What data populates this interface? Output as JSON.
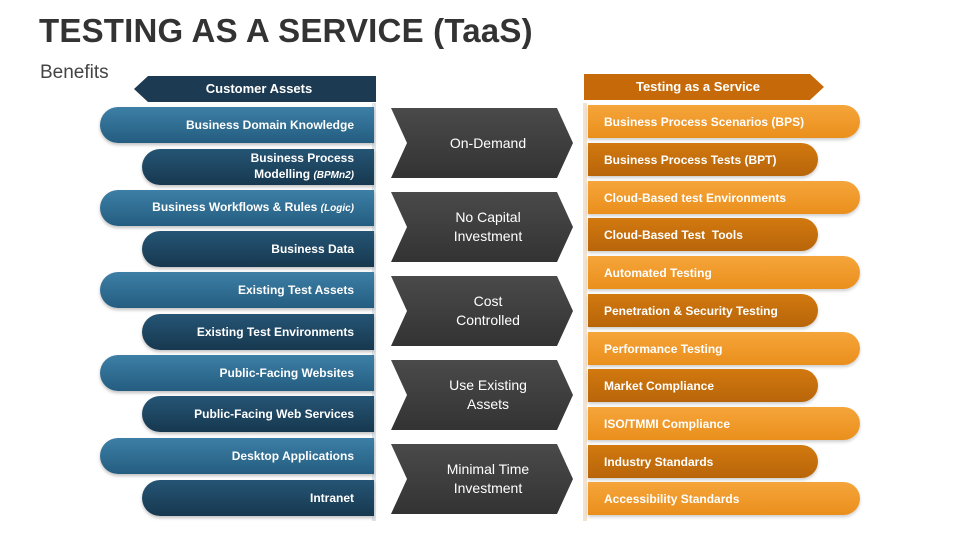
{
  "title": "TESTING AS A SERVICE (TaaS)",
  "subtitle": "Benefits",
  "headers": {
    "left": "Customer Assets",
    "right": "Testing as a Service"
  },
  "left_items": [
    {
      "label": "Business Domain Knowledge",
      "note": ""
    },
    {
      "label": "Business Process Modelling",
      "note": "(BPMn2)"
    },
    {
      "label": "Business Workflows & Rules",
      "note": "(Logic)"
    },
    {
      "label": "Business Data",
      "note": ""
    },
    {
      "label": "Existing Test Assets",
      "note": ""
    },
    {
      "label": "Existing Test Environments",
      "note": ""
    },
    {
      "label": "Public-Facing Websites",
      "note": ""
    },
    {
      "label": "Public-Facing Web Services",
      "note": ""
    },
    {
      "label": "Desktop Applications",
      "note": ""
    },
    {
      "label": "Intranet",
      "note": ""
    }
  ],
  "center_items": [
    "On-Demand",
    "No Capital Investment",
    "Cost Controlled",
    "Use Existing Assets",
    "Minimal Time Investment"
  ],
  "right_items": [
    "Business Process Scenarios (BPS)",
    "Business Process Tests (BPT)",
    "Cloud-Based test Environments",
    "Cloud-Based Test  Tools",
    "Automated Testing",
    "Penetration & Security Testing",
    "Performance Testing",
    "Market Compliance",
    "ISO/TMMI Compliance",
    "Industry Standards",
    "Accessibility Standards"
  ],
  "colors": {
    "left_header": "#1c3b53",
    "left_pill_light": "#2f6f96",
    "left_pill_dark": "#1f4a68",
    "right_header": "#c66a09",
    "right_pill_light": "#f09a2b",
    "right_pill_dark": "#c9700d",
    "center_arrow": "#3d3d3d"
  }
}
